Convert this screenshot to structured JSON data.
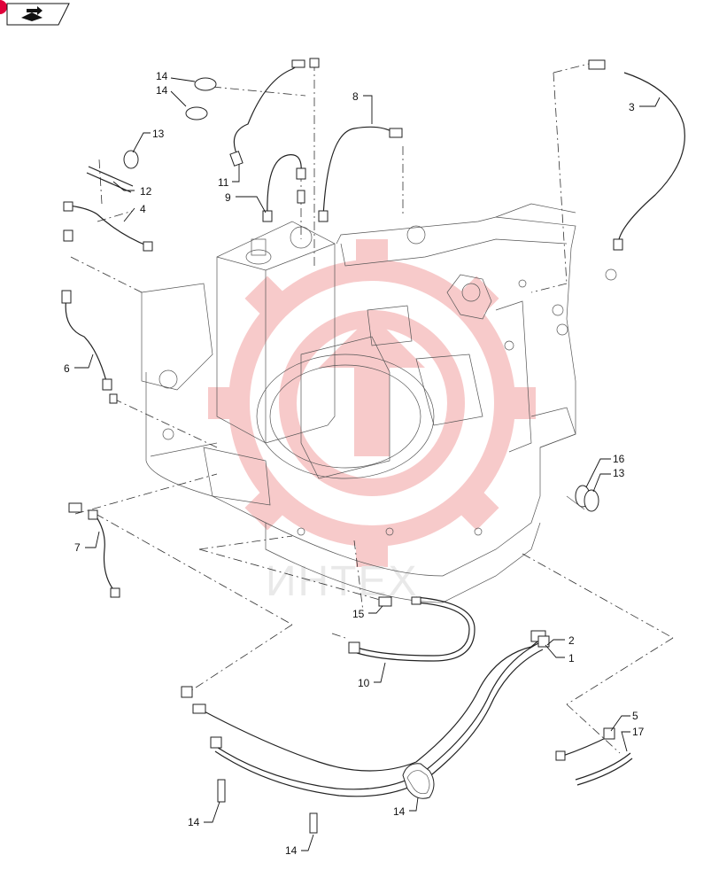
{
  "badge": {
    "icon": "book-arrow-icon"
  },
  "watermark": {
    "text": "ИНТЕХ",
    "color": "#f08a8a"
  },
  "callouts": [
    {
      "id": "c14a",
      "text": "14"
    },
    {
      "id": "c14b",
      "text": "14"
    },
    {
      "id": "c13a",
      "text": "13"
    },
    {
      "id": "c12",
      "text": "12"
    },
    {
      "id": "c4",
      "text": "4"
    },
    {
      "id": "c11",
      "text": "11"
    },
    {
      "id": "c9",
      "text": "9"
    },
    {
      "id": "c8",
      "text": "8"
    },
    {
      "id": "c3",
      "text": "3"
    },
    {
      "id": "c6",
      "text": "6"
    },
    {
      "id": "c16",
      "text": "16"
    },
    {
      "id": "c13b",
      "text": "13"
    },
    {
      "id": "c7",
      "text": "7"
    },
    {
      "id": "c15",
      "text": "15"
    },
    {
      "id": "c2",
      "text": "2"
    },
    {
      "id": "c1",
      "text": "1"
    },
    {
      "id": "c10",
      "text": "10"
    },
    {
      "id": "c5",
      "text": "5"
    },
    {
      "id": "c17",
      "text": "17"
    },
    {
      "id": "c14c",
      "text": "14"
    },
    {
      "id": "c14d",
      "text": "14"
    },
    {
      "id": "c14e",
      "text": "14"
    }
  ]
}
